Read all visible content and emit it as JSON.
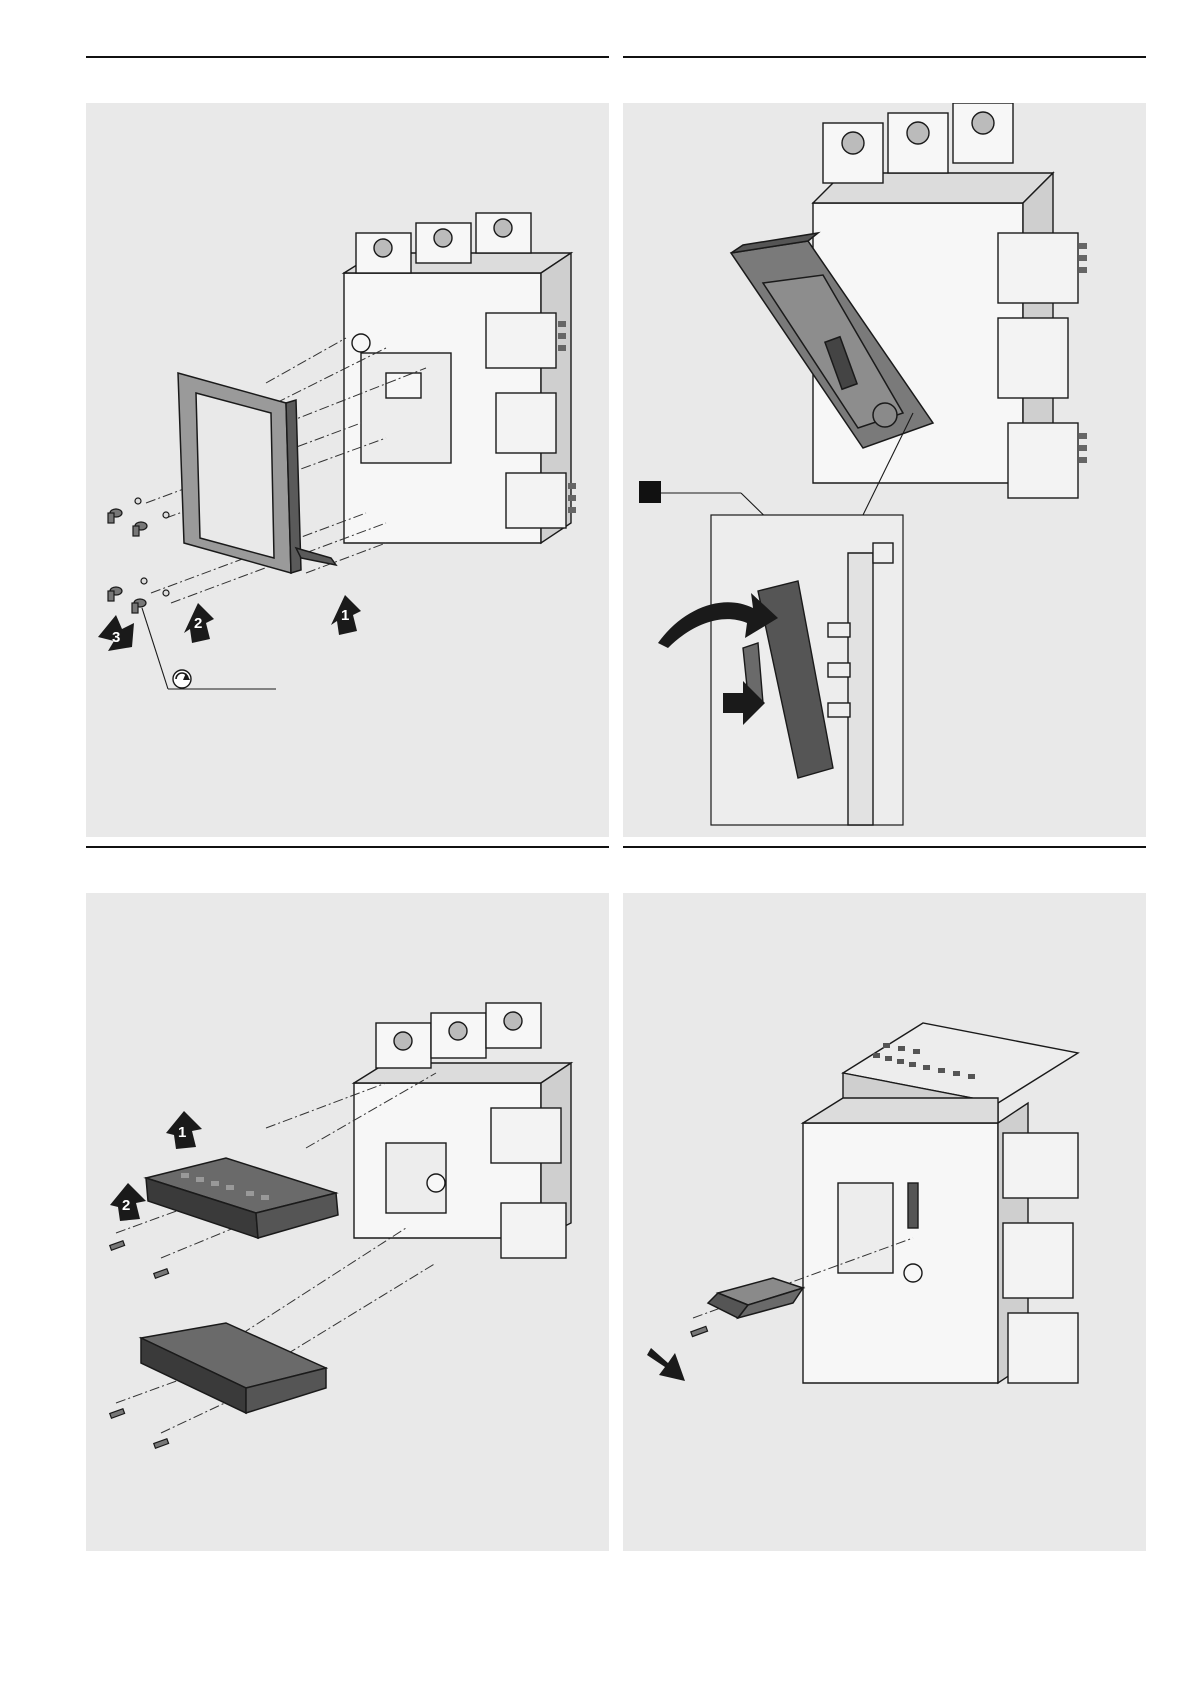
{
  "steps": {
    "panel1": [
      "1",
      "2",
      "3"
    ],
    "panel3": [
      "1",
      "2"
    ]
  },
  "colors": {
    "panel_bg": "#e9e9e9",
    "line": "#1a1a1a",
    "part_dark": "#5a5a5a",
    "part_mid": "#8a8a8a",
    "body_white": "#f7f7f7",
    "rule": "#111111"
  },
  "icons": [
    "rotate-screw-icon",
    "step-arrow-icon",
    "curved-arrow-icon",
    "push-arrow-icon",
    "callout-marker-icon"
  ]
}
